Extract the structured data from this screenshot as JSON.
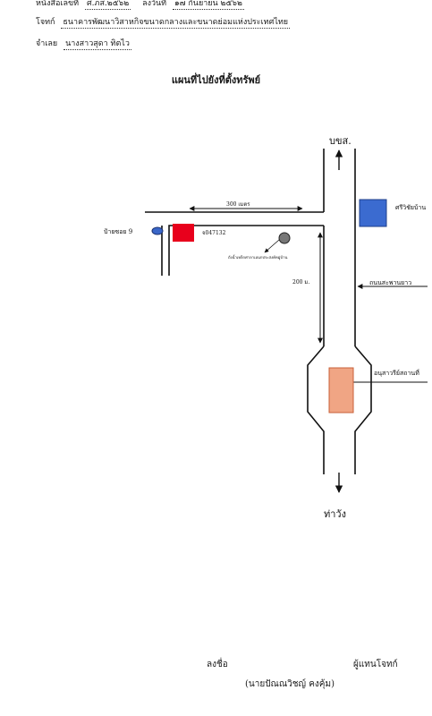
{
  "header": {
    "line1_label": "หนังสือเลขที่",
    "line1_value": "ศ.ภส.๒๕๖๒",
    "line1_label2": "ลงวันที่",
    "line1_value2": "๑๗ กันยายน ๒๕๖๒",
    "line2_label": "โจทก์",
    "line2_value": "ธนาคารพัฒนาวิสาหกิจขนาดกลางและขนาดย่อมแห่งประเทศไทย",
    "line3_label": "จำเลย",
    "line3_value": "นางสาวสุดา ทิตไว"
  },
  "title": "แผนที่ไปยังที่ตั้งทรัพย์",
  "map": {
    "north_label": "บขส.",
    "south_label": "ท่าวัง",
    "distance_top": "300 เมตร",
    "distance_side": "200 ม.",
    "lane_label": "ป้ายซอย 9",
    "parcel_label": "จ047132",
    "landmark_label": "ถังน้ำเหล็กศาลาเอนกประสงค์หมู่บ้าน",
    "road_label": "ถนนสะพานยาว",
    "temple_label": "ศรีวิชัยบ้าน",
    "monument_label": "อนุสาวรีย์สถานที่",
    "colors": {
      "red_parcel": "#e8001c",
      "blue_building": "#3b6bd0",
      "orange_monument": "#f0a584",
      "lane_marker": "#3a66c8"
    }
  },
  "signature": {
    "sign_label": "ลงชื่อ",
    "role": "ผู้แทนโจทก์",
    "name": "(นายปัณณวิชญ์ คงคุ้ม)"
  }
}
